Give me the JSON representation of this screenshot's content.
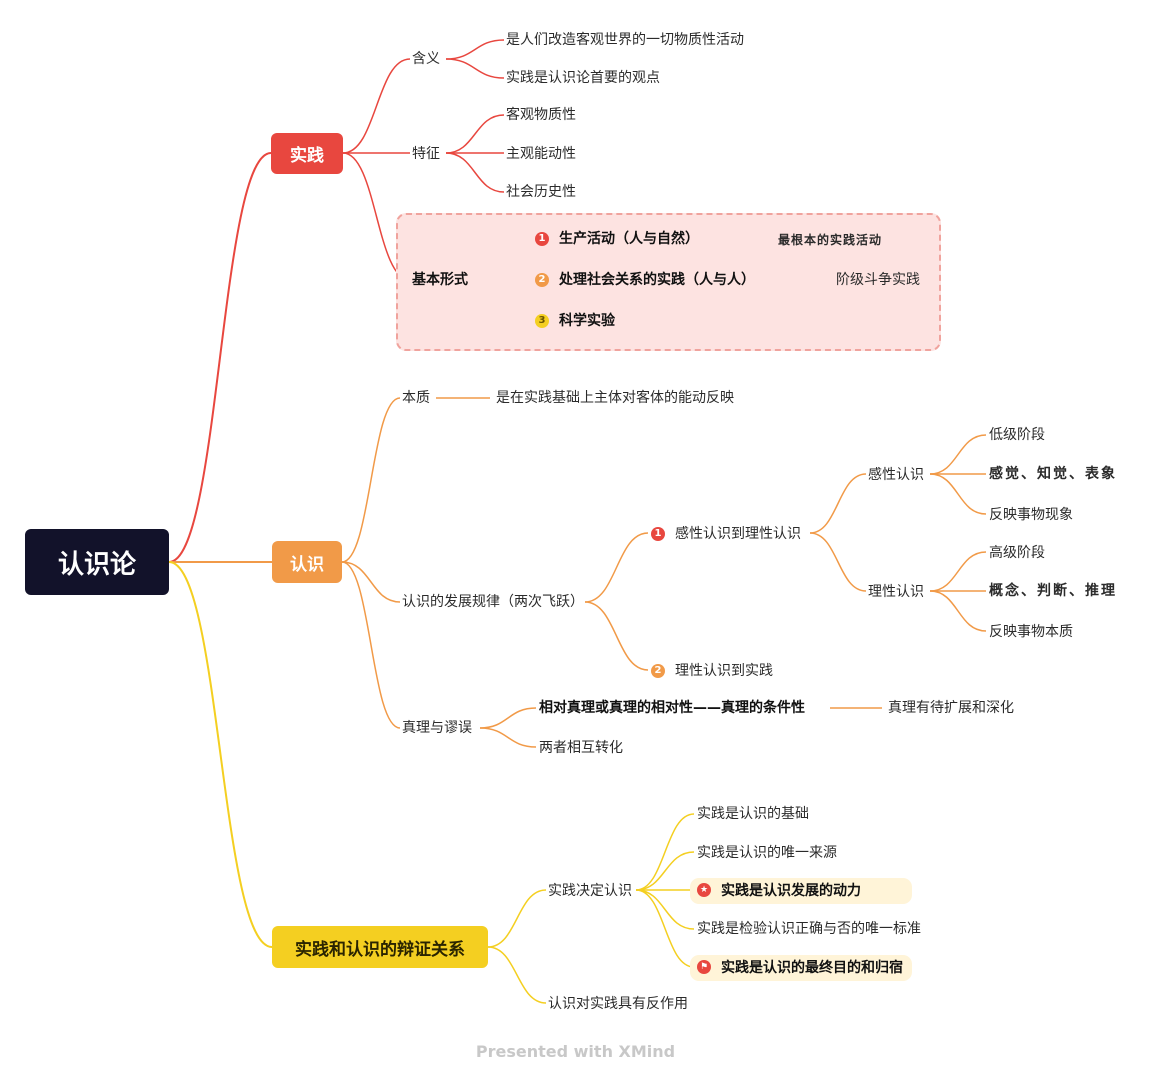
{
  "root": {
    "label": "认识论"
  },
  "colors": {
    "practice": "#e8473f",
    "cognition": "#f19a48",
    "relation": "#f4cf21",
    "root": "#12122a",
    "highlight_bg": "#fde3e1"
  },
  "practice": {
    "label": "实践",
    "meaning": {
      "label": "含义",
      "items": [
        "是人们改造客观世界的一切物质性活动",
        "实践是认识论首要的观点"
      ]
    },
    "features": {
      "label": "特征",
      "items": [
        "客观物质性",
        "主观能动性",
        "社会历史性"
      ]
    },
    "forms": {
      "label": "基本形式",
      "items": [
        {
          "num": "1",
          "label": "生产活动（人与自然）",
          "note": "最根本的实践活动"
        },
        {
          "num": "2",
          "label": "处理社会关系的实践（人与人）",
          "note": "阶级斗争实践"
        },
        {
          "num": "3",
          "label": "科学实验"
        }
      ]
    }
  },
  "cognition": {
    "label": "认识",
    "essence": {
      "label": "本质",
      "value": "是在实践基础上主体对客体的能动反映"
    },
    "development": {
      "label": "认识的发展规律（两次飞跃）",
      "leap1": {
        "num": "1",
        "label": "感性认识到理性认识",
        "perceptual": {
          "label": "感性认识",
          "items": [
            "低级阶段",
            "感觉、知觉、表象",
            "反映事物现象"
          ]
        },
        "rational": {
          "label": "理性认识",
          "items": [
            "高级阶段",
            "概念、判断、推理",
            "反映事物本质"
          ]
        }
      },
      "leap2": {
        "num": "2",
        "label": "理性认识到实践"
      }
    },
    "truth": {
      "label": "真理与谬误",
      "relative": "相对真理或真理的相对性——真理的条件性",
      "relative_note": "真理有待扩展和深化",
      "transform": "两者相互转化"
    }
  },
  "relation": {
    "label": "实践和认识的辩证关系",
    "decides": {
      "label": "实践决定认识",
      "items": [
        "实践是认识的基础",
        "实践是认识的唯一来源",
        "实践是认识发展的动力",
        "实践是检验认识正确与否的唯一标准",
        "实践是认识的最终目的和归宿"
      ]
    },
    "reaction": "认识对实践具有反作用"
  },
  "watermark": "Presented with XMind"
}
